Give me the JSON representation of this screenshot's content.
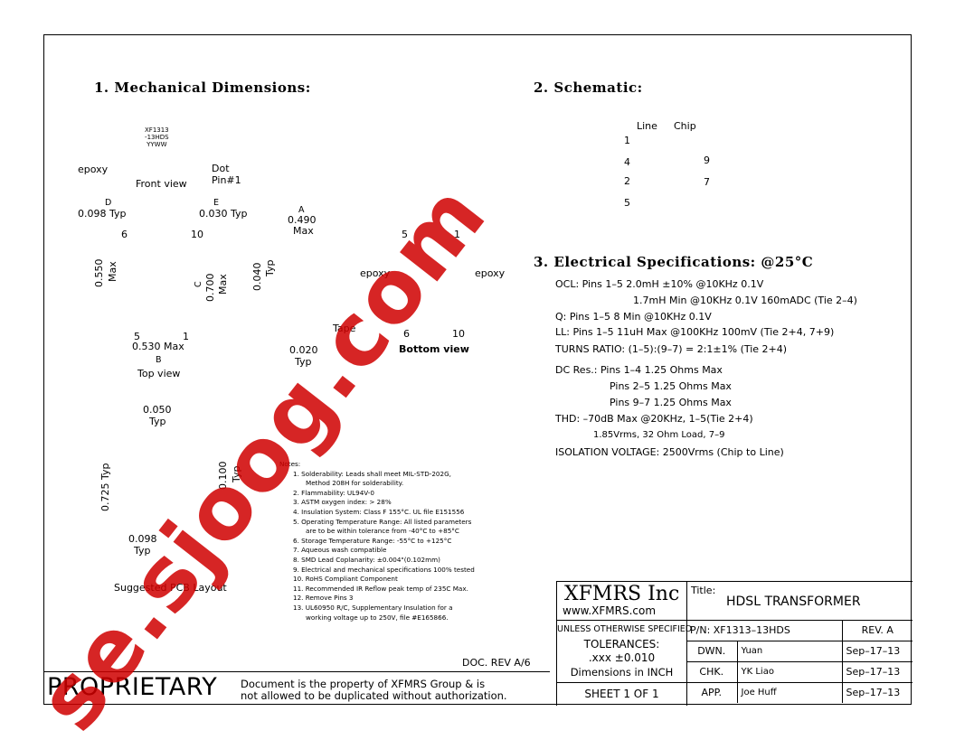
{
  "sections": {
    "mech": "1. Mechanical Dimensions:",
    "schem": "2. Schematic:",
    "elec": "3. Electrical Specifications: @25°C"
  },
  "front_view": {
    "marking": [
      "XF1313",
      "-13HDS",
      "YYWW"
    ],
    "epoxy": "epoxy",
    "dot": "Dot",
    "pin1": "Pin#1",
    "caption": "Front view"
  },
  "top_view": {
    "d_letter": "D",
    "d_val": "0.098  Typ",
    "e_letter": "E",
    "e_val": "0.030  Typ",
    "pin6": "6",
    "pin10": "10",
    "pin5": "5",
    "pin1": "1",
    "h_val": "0.550",
    "h_max": "Max",
    "c_letter": "C",
    "c_val": "0.700",
    "c_max": "Max",
    "w_val": "0.530  Max",
    "b_letter": "B",
    "caption": "Top view"
  },
  "side_view": {
    "a_letter": "A",
    "a_val": "0.490",
    "a_max": "Max",
    "lead_val": "0.040",
    "lead_typ": "Typ",
    "tape": "Tape",
    "foot_val": "0.020",
    "foot_typ": "Typ"
  },
  "bottom_view": {
    "pin5": "5",
    "pin1": "1",
    "pin6": "6",
    "pin10": "10",
    "epoxy_l": "epoxy",
    "epoxy_r": "epoxy",
    "caption": "Bottom view"
  },
  "pcb": {
    "pitch_val": "0.050",
    "pitch_typ": "Typ",
    "row_val": "0.725  Typ",
    "pad_val": "0.100",
    "pad_typ": "Typ",
    "w_val": "0.098",
    "w_typ": "Typ",
    "caption": "Suggested PCB Layout"
  },
  "schematic": {
    "line": "Line",
    "chip": "Chip",
    "p1": "1",
    "p4": "4",
    "p2": "2",
    "p5": "5",
    "p9": "9",
    "p7": "7"
  },
  "specs": [
    "OCL: Pins 1–5 2.0mH ±10% @10KHz 0.1V",
    "1.7mH Min @10KHz 0.1V 160mADC (Tie 2–4)",
    "Q: Pins 1–5 8 Min @10KHz 0.1V",
    "LL: Pins 1–5 11uH Max @100KHz 100mV (Tie 2+4, 7+9)",
    "TURNS RATIO: (1–5):(9–7) = 2:1±1% (Tie 2+4)",
    "DC Res.: Pins 1–4 1.25 Ohms Max",
    "Pins 2–5 1.25 Ohms Max",
    "Pins 9–7 1.25 Ohms Max",
    "THD: –70dB Max @20KHz, 1–5(Tie 2+4)",
    "1.85Vrms, 32 Ohm Load, 7–9",
    "ISOLATION VOLTAGE: 2500Vrms (Chip to Line)"
  ],
  "notes_title": "Notes:",
  "notes": [
    "1. Solderability: Leads shall meet MIL-STD-202G,",
    "Method 208H for solderability.",
    "2. Flammability: UL94V-0",
    "3. ASTM oxygen index: > 28%",
    "4. Insulation System: Class F 155°C. UL file E151556",
    "5. Operating Temperature Range: All listed parameters",
    "are to be within tolerance from -40°C to +85°C",
    "6. Storage Temperature Range: -55°C to +125°C",
    "7. Aqueous wash compatible",
    "8. SMD Lead Coplanarity: ±0.004\"(0.102mm)",
    "9. Electrical and mechanical specifications 100% tested",
    "10. RoHS Compliant Component",
    "11. Recommended IR Reflow peak temp of 235C Max.",
    "12. Remove Pins 3",
    "13. UL60950 R/C, Supplementary Insulation for a",
    "working voltage up to 250V, file #E165866."
  ],
  "doc_rev": "DOC. REV A/6",
  "proprietary": {
    "word": "PROPRIETARY",
    "line1": "Document is the property of XFMRS Group & is",
    "line2": "not allowed to be duplicated without authorization."
  },
  "title_block": {
    "company": "XFMRS Inc",
    "website": "www.XFMRS.com",
    "title_label": "Title:",
    "title": "HDSL TRANSFORMER",
    "unless": "UNLESS OTHERWISE SPECIFIED",
    "tol_label": "TOLERANCES:",
    "tol_val": ".xxx ±0.010",
    "dims": "Dimensions in INCH",
    "pn": "P/N:  XF1313–13HDS",
    "rev": "REV. A",
    "dwn": "DWN.",
    "dwn_name": "Yuan",
    "dwn_date": "Sep–17–13",
    "chk": "CHK.",
    "chk_name": "YK Liao",
    "chk_date": "Sep–17–13",
    "app": "APP.",
    "app_name": "Joe Huff",
    "app_date": "Sep–17–13",
    "sheet": "SHEET  1  OF  1"
  },
  "watermark": "se.sjoog.com",
  "colors": {
    "watermark": "#d00000"
  }
}
